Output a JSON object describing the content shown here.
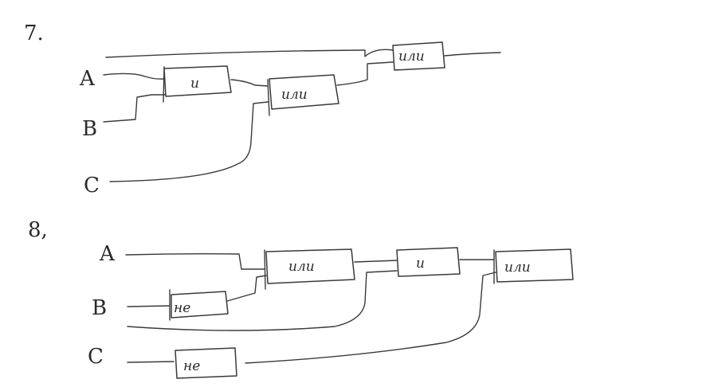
{
  "diagrams": [
    {
      "number": "7.",
      "inputs": [
        "A",
        "B",
        "C"
      ],
      "gates": [
        {
          "id": "g1",
          "label": "и"
        },
        {
          "id": "g2",
          "label": "или"
        },
        {
          "id": "g3",
          "label": "или"
        }
      ]
    },
    {
      "number": "8,",
      "inputs": [
        "A",
        "B",
        "C"
      ],
      "gates": [
        {
          "id": "n1",
          "label": "не"
        },
        {
          "id": "n2",
          "label": "не"
        },
        {
          "id": "g1",
          "label": "или"
        },
        {
          "id": "g2",
          "label": "и"
        },
        {
          "id": "g3",
          "label": "или"
        }
      ]
    }
  ],
  "colors": {
    "ink": "#3a3a3a",
    "background": "#ffffff"
  }
}
